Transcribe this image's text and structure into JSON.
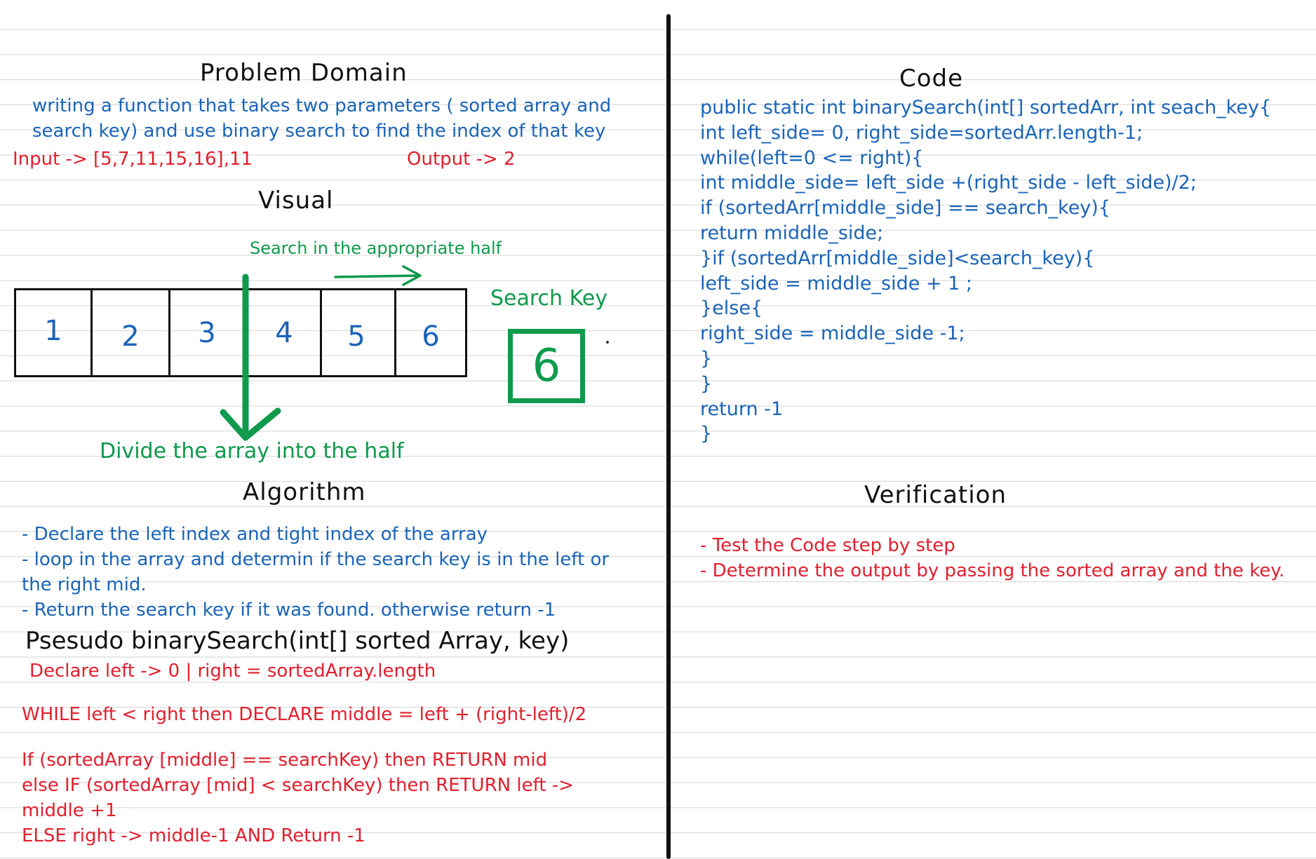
{
  "problem_domain": {
    "title": "Problem Domain",
    "description": [
      "writing a function that takes two parameters ( sorted array  and",
      "search key) and use binary search to find the index of that key"
    ],
    "input": "Input -> [5,7,11,15,16],11",
    "output": "Output -> 2"
  },
  "visual": {
    "title": "Visual",
    "search_half_label": "Search in the appropriate half",
    "divide_label": "Divide the array into the half",
    "search_key_label": "Search Key",
    "search_key_value": "6",
    "array": [
      "1",
      "2",
      "3",
      "4",
      "5",
      "6"
    ]
  },
  "algorithm": {
    "title": "Algorithm",
    "lines": [
      "- Declare the left index and tight index of the array",
      "- loop in the array and determin if the search key is in the left or",
      "the right mid.",
      "- Return the search key if it was found. otherwise return -1"
    ]
  },
  "pseudo": {
    "title": "Psesudo binarySearch(int[] sorted Array, key)",
    "line1": "Declare left -> 0 | right = sortedArray.length",
    "line2": "WHILE left < right then DECLARE middle = left + (right-left)/2",
    "line3": [
      "If (sortedArray [middle] == searchKey) then RETURN mid",
      "else IF (sortedArray [mid] < searchKey) then RETURN left ->",
      "middle +1",
      "ELSE right -> middle-1 AND Return -1"
    ]
  },
  "code": {
    "title": "Code",
    "lines": [
      "public static int binarySearch(int[] sortedArr, int seach_key{",
      "int left_side= 0, right_side=sortedArr.length-1;",
      "while(left=0 <= right){",
      "int middle_side= left_side +(right_side - left_side)/2;",
      "if (sortedArr[middle_side] == search_key){",
      "return middle_side;",
      "}if (sortedArr[middle_side]<search_key){",
      "left_side = middle_side + 1 ;",
      "}else{",
      "right_side = middle_side -1;",
      "}",
      "}",
      "return -1",
      "}"
    ]
  },
  "verification": {
    "title": "Verification",
    "lines": [
      "- Test the Code step by step",
      "- Determine the output by passing the sorted array and the key."
    ]
  },
  "colors": {
    "blue": "#1a64b8",
    "red": "#e21f2e",
    "green": "#0f9a4c",
    "rule": "#dcdcdc",
    "ink": "#111111"
  }
}
